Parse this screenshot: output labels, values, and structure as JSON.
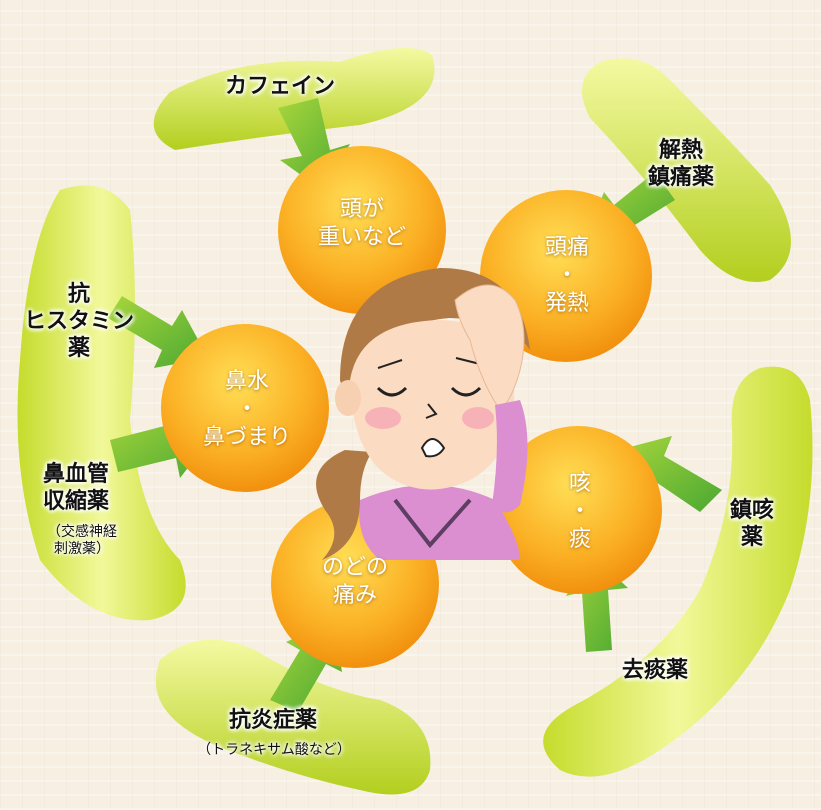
{
  "symptoms": {
    "head_heavy": "頭が\n重いなど",
    "headache": "頭痛\n・\n発熱",
    "nose": "鼻水\n・\n鼻づまり",
    "cough": "咳\n・\n痰",
    "throat": "のどの\n痛み"
  },
  "remedies": {
    "caffeine": "カフェイン",
    "antipyretic": "解熱\n鎮痛薬",
    "antihistamine": "抗\nヒスタミン\n薬",
    "decongestant": "鼻血管\n収縮薬",
    "decongestant_note": "（交感神経\n刺激薬）",
    "antitussive": "鎮咳\n薬",
    "expectorant": "去痰薬",
    "anti_inflammatory": "抗炎症薬",
    "anti_inflammatory_note": "（トラネキサム酸など）"
  },
  "colors": {
    "capsule_light": "#eef57a",
    "capsule_dark": "#b6d21c",
    "arrow": "#5bb83a",
    "circle_light": "#ffd54a",
    "circle_dark": "#f08c0a",
    "hair": "#b07a46",
    "skin": "#fbdcc3",
    "shirt": "#dc8fd0"
  }
}
